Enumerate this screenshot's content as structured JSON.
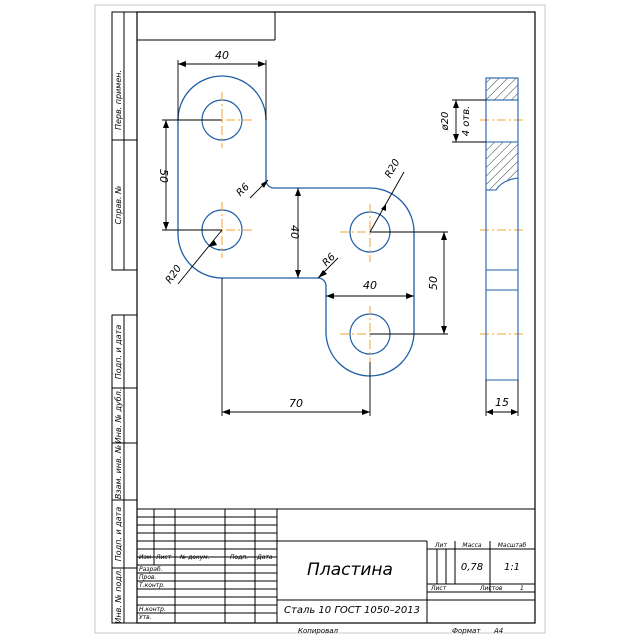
{
  "part_name": "Пластина",
  "material": "Сталь 10  ГОСТ 1050–2013",
  "dimensions": {
    "top_width": "40",
    "left_vertical": "50",
    "radius_small_top": "R6",
    "radius_large_right": "R20",
    "middle_vertical": "40",
    "radius_large_left": "R20",
    "radius_small_bottom": "R6",
    "right_width": "40",
    "right_vertical": "50",
    "offset_horizontal": "70",
    "hole_diameter": "ø20",
    "hole_count": "4 отв.",
    "thickness": "15"
  },
  "side_labels": {
    "perv_primen": "Перв. примен.",
    "sprav_no": "Справ. №",
    "podp_data_1": "Подп. и дата",
    "inv_dubl": "Инв. № дубл.",
    "vzam_inv": "Взам. инв. №",
    "podp_data_2": "Подп. и дата",
    "inv_podl": "Инв. № подл."
  },
  "title_block": {
    "headers": [
      "Изм",
      "Лист",
      "№ докум.",
      "Подп.",
      "Дата"
    ],
    "roles": [
      "Разраб.",
      "Пров.",
      "Т.контр.",
      "Н.контр.",
      "Утв."
    ],
    "lit_label": "Лит",
    "mass_label": "Масса",
    "scale_label": "Масштаб",
    "mass_value": "0,78",
    "scale_value": "1:1",
    "sheet_label": "Лист",
    "sheets_label": "Листов",
    "sheets_value": "1"
  },
  "footer": {
    "copied": "Копировал",
    "format_label": "Формат",
    "format_value": "А4"
  },
  "colors": {
    "outline": "#1f5fa8",
    "centerline": "#f0a030",
    "frame": "#000000"
  }
}
